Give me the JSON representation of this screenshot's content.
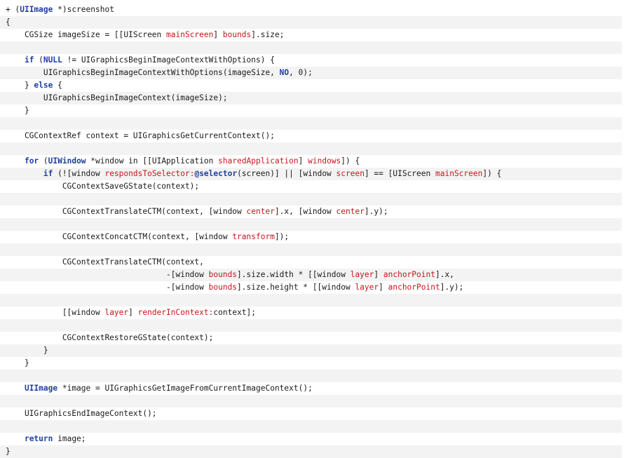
{
  "colors": {
    "keyword": "#1f3f9e",
    "selector": "#c4161c",
    "text": "#1a1a1a",
    "shade": "#f3f3f3"
  },
  "lines": [
    [
      {
        "t": "+ (",
        "c": "plain"
      },
      {
        "t": "UIImage",
        "c": "kw"
      },
      {
        "t": " *)screenshot",
        "c": "plain"
      }
    ],
    [
      {
        "t": "{",
        "c": "plain"
      }
    ],
    [
      {
        "t": "    CGSize imageSize = [[UIScreen ",
        "c": "plain"
      },
      {
        "t": "mainScreen",
        "c": "sel"
      },
      {
        "t": "] ",
        "c": "plain"
      },
      {
        "t": "bounds",
        "c": "sel"
      },
      {
        "t": "].size;",
        "c": "plain"
      }
    ],
    [],
    [
      {
        "t": "    ",
        "c": "plain"
      },
      {
        "t": "if",
        "c": "kw"
      },
      {
        "t": " (",
        "c": "plain"
      },
      {
        "t": "NULL",
        "c": "kw"
      },
      {
        "t": " != UIGraphicsBeginImageContextWithOptions) {",
        "c": "plain"
      }
    ],
    [
      {
        "t": "        UIGraphicsBeginImageContextWithOptions(imageSize, ",
        "c": "plain"
      },
      {
        "t": "NO",
        "c": "kw"
      },
      {
        "t": ", 0);",
        "c": "plain"
      }
    ],
    [
      {
        "t": "    } ",
        "c": "plain"
      },
      {
        "t": "else",
        "c": "kw"
      },
      {
        "t": " {",
        "c": "plain"
      }
    ],
    [
      {
        "t": "        UIGraphicsBeginImageContext(imageSize);",
        "c": "plain"
      }
    ],
    [
      {
        "t": "    }",
        "c": "plain"
      }
    ],
    [],
    [
      {
        "t": "    CGContextRef context = UIGraphicsGetCurrentContext();",
        "c": "plain"
      }
    ],
    [],
    [
      {
        "t": "    ",
        "c": "plain"
      },
      {
        "t": "for",
        "c": "kw"
      },
      {
        "t": " (",
        "c": "plain"
      },
      {
        "t": "UIWindow",
        "c": "kw"
      },
      {
        "t": " *window in [[UIApplication ",
        "c": "plain"
      },
      {
        "t": "sharedApplication",
        "c": "sel"
      },
      {
        "t": "] ",
        "c": "plain"
      },
      {
        "t": "windows",
        "c": "sel"
      },
      {
        "t": "]) {",
        "c": "plain"
      }
    ],
    [
      {
        "t": "        ",
        "c": "plain"
      },
      {
        "t": "if",
        "c": "kw"
      },
      {
        "t": " (![window ",
        "c": "plain"
      },
      {
        "t": "respondsToSelector:",
        "c": "sel"
      },
      {
        "t": "@selector",
        "c": "kw"
      },
      {
        "t": "(screen)] || [window ",
        "c": "plain"
      },
      {
        "t": "screen",
        "c": "sel"
      },
      {
        "t": "] == [UIScreen ",
        "c": "plain"
      },
      {
        "t": "mainScreen",
        "c": "sel"
      },
      {
        "t": "]) {",
        "c": "plain"
      }
    ],
    [
      {
        "t": "            CGContextSaveGState(context);",
        "c": "plain"
      }
    ],
    [],
    [
      {
        "t": "            CGContextTranslateCTM(context, [window ",
        "c": "plain"
      },
      {
        "t": "center",
        "c": "sel"
      },
      {
        "t": "].x, [window ",
        "c": "plain"
      },
      {
        "t": "center",
        "c": "sel"
      },
      {
        "t": "].y);",
        "c": "plain"
      }
    ],
    [],
    [
      {
        "t": "            CGContextConcatCTM(context, [window ",
        "c": "plain"
      },
      {
        "t": "transform",
        "c": "sel"
      },
      {
        "t": "]);",
        "c": "plain"
      }
    ],
    [],
    [
      {
        "t": "            CGContextTranslateCTM(context,",
        "c": "plain"
      }
    ],
    [
      {
        "t": "                                  -[window ",
        "c": "plain"
      },
      {
        "t": "bounds",
        "c": "sel"
      },
      {
        "t": "].size.width * [[window ",
        "c": "plain"
      },
      {
        "t": "layer",
        "c": "sel"
      },
      {
        "t": "] ",
        "c": "plain"
      },
      {
        "t": "anchorPoint",
        "c": "sel"
      },
      {
        "t": "].x,",
        "c": "plain"
      }
    ],
    [
      {
        "t": "                                  -[window ",
        "c": "plain"
      },
      {
        "t": "bounds",
        "c": "sel"
      },
      {
        "t": "].size.height * [[window ",
        "c": "plain"
      },
      {
        "t": "layer",
        "c": "sel"
      },
      {
        "t": "] ",
        "c": "plain"
      },
      {
        "t": "anchorPoint",
        "c": "sel"
      },
      {
        "t": "].y);",
        "c": "plain"
      }
    ],
    [],
    [
      {
        "t": "            [[window ",
        "c": "plain"
      },
      {
        "t": "layer",
        "c": "sel"
      },
      {
        "t": "] ",
        "c": "plain"
      },
      {
        "t": "renderInContext:",
        "c": "sel"
      },
      {
        "t": "context];",
        "c": "plain"
      }
    ],
    [],
    [
      {
        "t": "            CGContextRestoreGState(context);",
        "c": "plain"
      }
    ],
    [
      {
        "t": "        }",
        "c": "plain"
      }
    ],
    [
      {
        "t": "    }",
        "c": "plain"
      }
    ],
    [],
    [
      {
        "t": "    ",
        "c": "plain"
      },
      {
        "t": "UIImage",
        "c": "kw"
      },
      {
        "t": " *image = UIGraphicsGetImageFromCurrentImageContext();",
        "c": "plain"
      }
    ],
    [],
    [
      {
        "t": "    UIGraphicsEndImageContext();",
        "c": "plain"
      }
    ],
    [],
    [
      {
        "t": "    ",
        "c": "plain"
      },
      {
        "t": "return",
        "c": "kw"
      },
      {
        "t": " image;",
        "c": "plain"
      }
    ],
    [
      {
        "t": "}",
        "c": "plain"
      }
    ]
  ]
}
